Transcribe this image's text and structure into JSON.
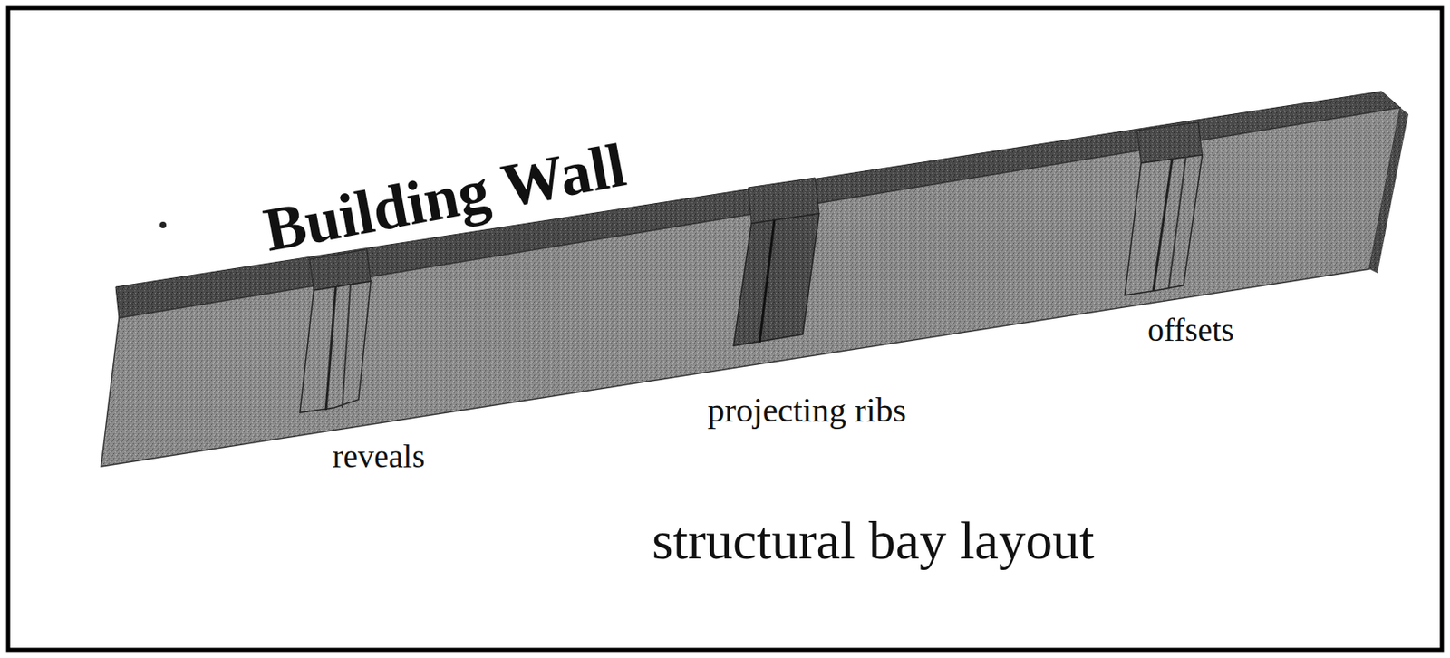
{
  "diagram": {
    "title": "Building Wall",
    "caption": "structural bay layout",
    "labels": [
      "reveals",
      "projecting ribs",
      "offsets"
    ]
  }
}
